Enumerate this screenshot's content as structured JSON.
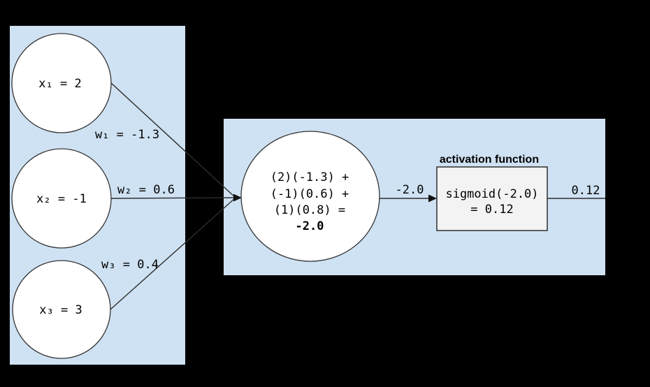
{
  "colors": {
    "background": "#000000",
    "panel_blue": "#cfe2f3",
    "node_fill": "#ffffff",
    "activation_box_fill": "#f3f3f3",
    "line_color": "#2d2d2d"
  },
  "inputs": {
    "nodes": [
      {
        "label": "x₁ = 2"
      },
      {
        "label": "x₂ = -1"
      },
      {
        "label": "x₃ = 3"
      }
    ],
    "weights": [
      {
        "label": "w₁ = -1.3"
      },
      {
        "label": "w₂ = 0.6"
      },
      {
        "label": "w₃ = 0.4"
      }
    ]
  },
  "neuron": {
    "sum_line1": "(2)(-1.3) +",
    "sum_line2": "(-1)(0.6) +",
    "sum_line3": "(1)(0.8) =",
    "sum_result": "-2.0",
    "pre_activation_label": "-2.0",
    "activation_title": "activation function",
    "activation_line1": "sigmoid(-2.0)",
    "activation_line2": "= 0.12",
    "output_label": "0.12"
  }
}
